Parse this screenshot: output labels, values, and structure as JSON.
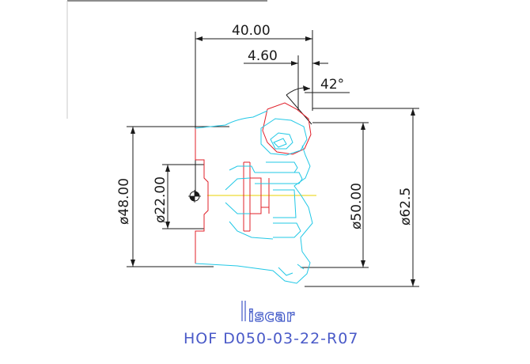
{
  "drawing": {
    "dimensions": {
      "length_total": "40.00",
      "offset": "4.60",
      "angle": "42°",
      "dia_shank": "ø48.00",
      "dia_bore": "ø22.00",
      "dia_cut": "ø50.00",
      "dia_max": "ø62.5"
    },
    "logo": "iscar",
    "model": "HOF D050-03-22-R07",
    "colors": {
      "outline_red": "#e0202a",
      "insert_cyan": "#22c8e6",
      "centerline_yellow": "#e8d000",
      "dimension_black": "#1a1a1a",
      "text_blue": "#4a5ac8"
    }
  }
}
